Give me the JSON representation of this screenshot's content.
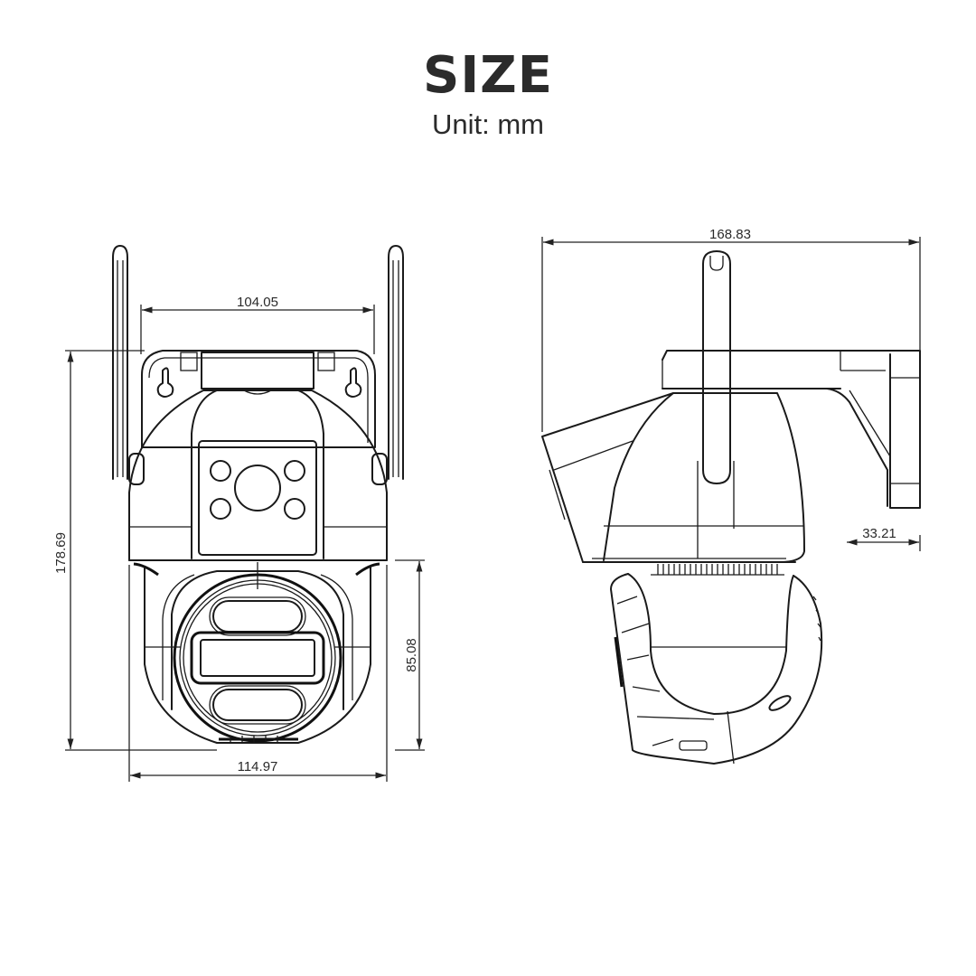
{
  "header": {
    "title": "SIZE",
    "subtitle": "Unit: mm"
  },
  "front_view": {
    "dimensions": {
      "bracket_width": "104.05",
      "total_height": "178.69",
      "lens_module_height": "85.08",
      "body_width": "114.97"
    }
  },
  "side_view": {
    "dimensions": {
      "total_depth": "168.83",
      "wall_offset": "33.21"
    }
  },
  "colors": {
    "line": "#1a1a1a",
    "text": "#2b2b2b",
    "background": "#ffffff"
  }
}
